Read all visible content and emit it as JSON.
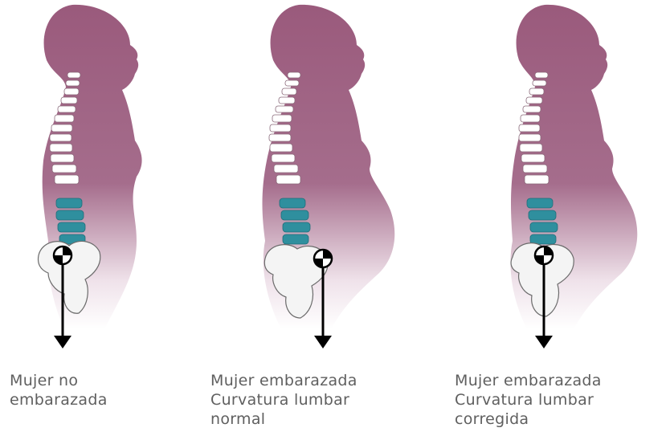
{
  "colors": {
    "body": "#9a5a7c",
    "body_fade": "#ffffff",
    "vertebra_upper": "#ffffff",
    "vertebra_lumbar": "#2f8f9e",
    "bone_outline": "#6b6b6b",
    "arrow": "#000000",
    "caption_text": "#5f5f5f"
  },
  "figures": [
    {
      "id": "non-pregnant",
      "caption": {
        "line1": "Mujer no",
        "line2": "embarazada",
        "line3": ""
      }
    },
    {
      "id": "pregnant-normal",
      "caption": {
        "line1": "Mujer embarazada",
        "line2": "Curvatura lumbar",
        "line3": "normal"
      }
    },
    {
      "id": "pregnant-corrected",
      "caption": {
        "line1": "Mujer embarazada",
        "line2": "Curvatura lumbar",
        "line3": "corregida"
      }
    }
  ]
}
